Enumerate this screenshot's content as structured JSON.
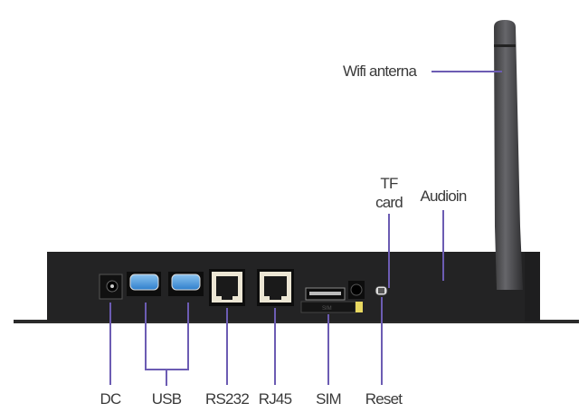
{
  "labels": {
    "wifi": "Wifi anterna",
    "tf_line1": "TF",
    "tf_line2": "card",
    "audio": "Audioin",
    "dc": "DC",
    "usb": "USB",
    "rs232": "RS232",
    "rj45": "RJ45",
    "sim": "SIM",
    "reset": "Reset"
  },
  "sim_slot_text": "SIM",
  "colors": {
    "callout_line": "#6c5cb3",
    "usb_blue": "#3d8fd6",
    "body": "#2a2a2a"
  }
}
